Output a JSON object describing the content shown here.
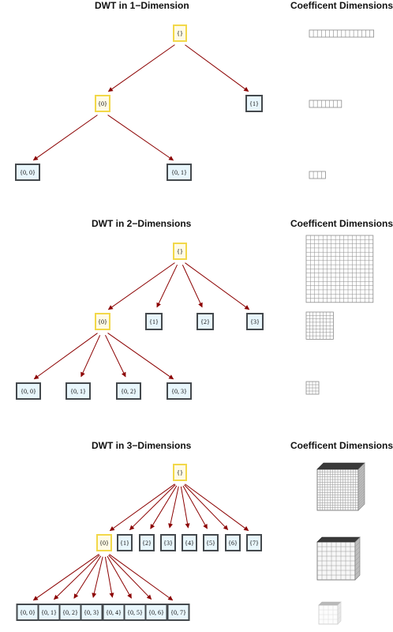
{
  "sections": [
    {
      "tree_title": "DWT in 1−Dimension",
      "coeff_title": "Coefficent Dimensions",
      "root_label": "{}",
      "level1_labels": [
        "{0}",
        "{1}"
      ],
      "level2_labels": [
        "{0, 0}",
        "{0, 1}"
      ]
    },
    {
      "tree_title": "DWT in 2−Dimensions",
      "coeff_title": "Coefficent Dimensions",
      "root_label": "{}",
      "level1_labels": [
        "{0}",
        "{1}",
        "{2}",
        "{3}"
      ],
      "level2_labels": [
        "{0, 0}",
        "{0, 1}",
        "{0, 2}",
        "{0, 3}"
      ]
    },
    {
      "tree_title": "DWT in 3−Dimensions",
      "coeff_title": "Coefficent Dimensions",
      "root_label": "{}",
      "level1_labels": [
        "{0}",
        "{1}",
        "{2}",
        "{3}",
        "{4}",
        "{5}",
        "{6}",
        "{7}"
      ],
      "level2_labels": [
        "{0, 0}",
        "{0, 1}",
        "{0, 2}",
        "{0, 3}",
        "{0, 4}",
        "{0, 5}",
        "{0, 6}",
        "{0, 7}"
      ]
    }
  ],
  "coefficient_grids": [
    {
      "kind": "row",
      "cells": [
        16,
        8,
        4
      ]
    },
    {
      "kind": "square",
      "cells": [
        16,
        8,
        4
      ]
    },
    {
      "kind": "cube",
      "cells": [
        16,
        8,
        4
      ]
    }
  ],
  "colors": {
    "root_fill": "#fffbe6",
    "root_border": "#f2d849",
    "node_fill": "#e8f6fc",
    "node_border": "#44494d",
    "edge": "#8b0000",
    "grid_line": "#8a8a8a"
  }
}
